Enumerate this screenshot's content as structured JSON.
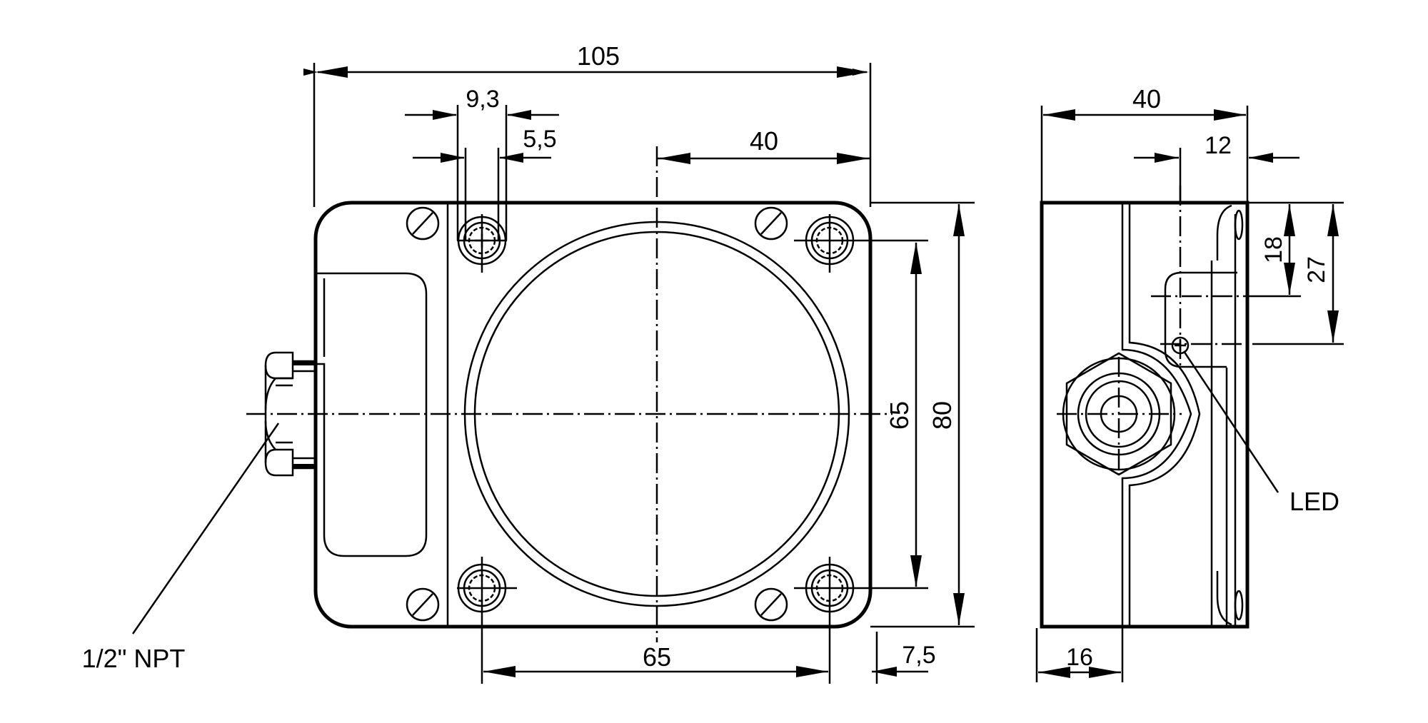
{
  "drawing": {
    "type": "dimensional drawing",
    "line_color": "#000000",
    "background": "#ffffff",
    "front_view": {
      "dimensions": {
        "overall_width": "105",
        "slot_outer_width": "9,3",
        "slot_inner_width": "5,5",
        "center_to_edge": "40",
        "hole_spacing_vertical": "65",
        "overall_height": "80",
        "hole_spacing_horizontal": "65",
        "hole_to_edge": "7,5"
      },
      "callouts": {
        "gland_thread": "1/2\" NPT"
      }
    },
    "side_view": {
      "dimensions": {
        "overall_depth": "40",
        "led_offset": "12",
        "led_height_1": "18",
        "led_height_2": "27",
        "base_thickness": "16"
      },
      "callouts": {
        "led": "LED"
      }
    }
  }
}
